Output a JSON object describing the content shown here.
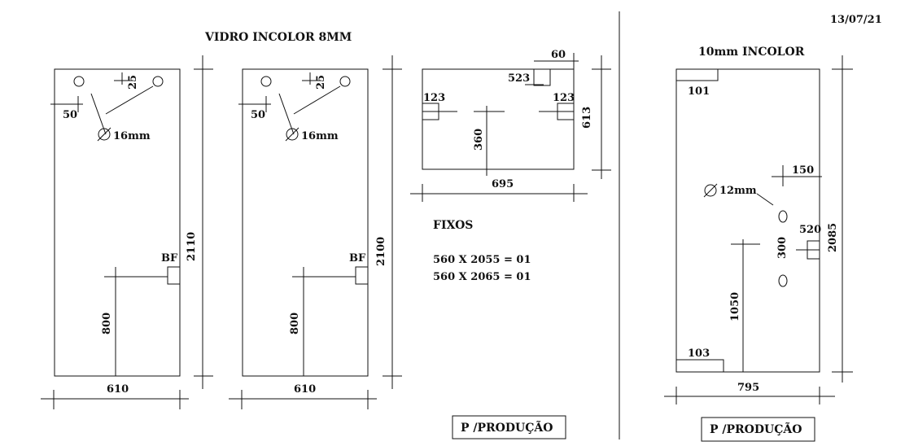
{
  "date": "13/07/21",
  "left_title": "VIDRO INCOLOR 8MM",
  "right_title": "10mm INCOLOR",
  "panel_a": {
    "hole_dim": "25",
    "offset_dim": "50",
    "hole_dia": "16mm",
    "lock_label": "BF",
    "height_dim": "2110",
    "lock_height": "800",
    "width_dim": "610"
  },
  "panel_b": {
    "hole_dim": "25",
    "offset_dim": "50",
    "hole_dia": "16mm",
    "lock_label": "BF",
    "height_dim": "2100",
    "lock_height": "800",
    "width_dim": "610"
  },
  "panel_c": {
    "top_dim": "60",
    "top_notch": "523",
    "left_notch": "123",
    "right_notch": "123",
    "height_dim": "613",
    "inner_dim": "360",
    "width_dim": "695"
  },
  "fixos": {
    "title": "FIXOS",
    "items": [
      "560 X 2055 = 01",
      "560 X 2065 = 01"
    ]
  },
  "panel_d": {
    "top_notch": "101",
    "side_dim": "150",
    "hole_dia": "12mm",
    "notch_dim": "520",
    "spacing_dim": "300",
    "height_dim": "2085",
    "hole_height": "1050",
    "bottom_notch": "103",
    "width_dim": "795"
  },
  "footer_left": "P /PRODUÇÃO",
  "footer_right": "P /PRODUÇÃO"
}
